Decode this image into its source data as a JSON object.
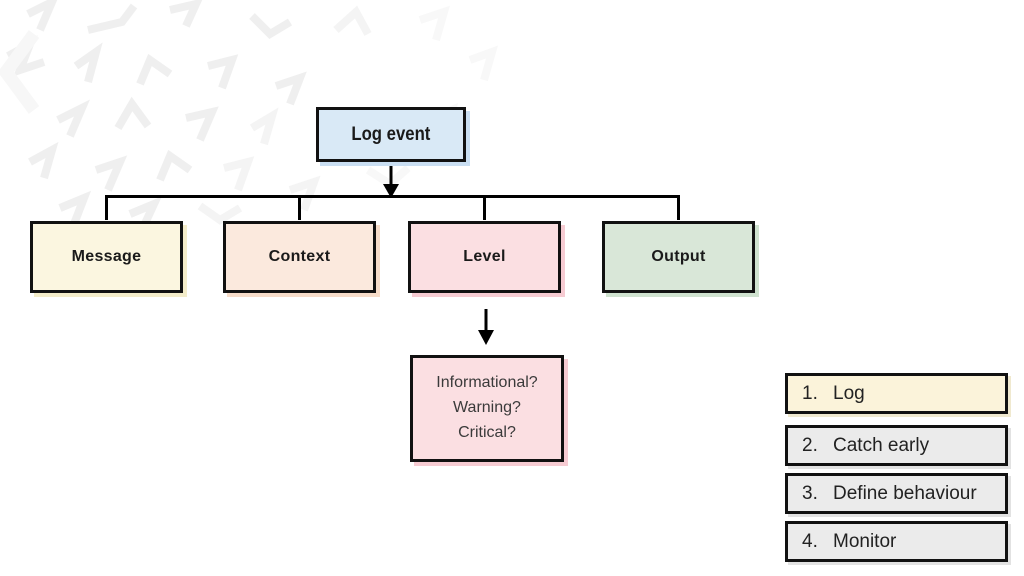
{
  "slide": {
    "background_color": "#ffffff",
    "pattern_color": "#efefef"
  },
  "diagram": {
    "root": {
      "label": "Log event",
      "fill": "#d9e9f6",
      "shadow": "#c9def2"
    },
    "children": [
      {
        "label": "Message",
        "fill": "#fbf6e0",
        "shadow": "#f3ecc9"
      },
      {
        "label": "Context",
        "fill": "#fbe9dd",
        "shadow": "#f6dcc9"
      },
      {
        "label": "Level",
        "fill": "#fbdfe2",
        "shadow": "#f6cbd2"
      },
      {
        "label": "Output",
        "fill": "#d9e7d8",
        "shadow": "#cfe2cf"
      }
    ],
    "level_detail": {
      "lines": [
        "Informational?",
        "Warning?",
        "Critical?"
      ],
      "fill": "#fbdfe2",
      "shadow": "#f6cbd2"
    },
    "connector_color": "#000000"
  },
  "checklist": {
    "items": [
      {
        "number": "1.",
        "label": "Log",
        "fill": "#fbf3da",
        "shadow": "#f0e9cf"
      },
      {
        "number": "2.",
        "label": "Catch early",
        "fill": "#ebebeb",
        "shadow": "#e2e2e2"
      },
      {
        "number": "3.",
        "label": "Define behaviour",
        "fill": "#ebebeb",
        "shadow": "#e2e2e2"
      },
      {
        "number": "4.",
        "label": "Monitor",
        "fill": "#ebebeb",
        "shadow": "#e2e2e2"
      }
    ],
    "border_color": "#111111"
  }
}
